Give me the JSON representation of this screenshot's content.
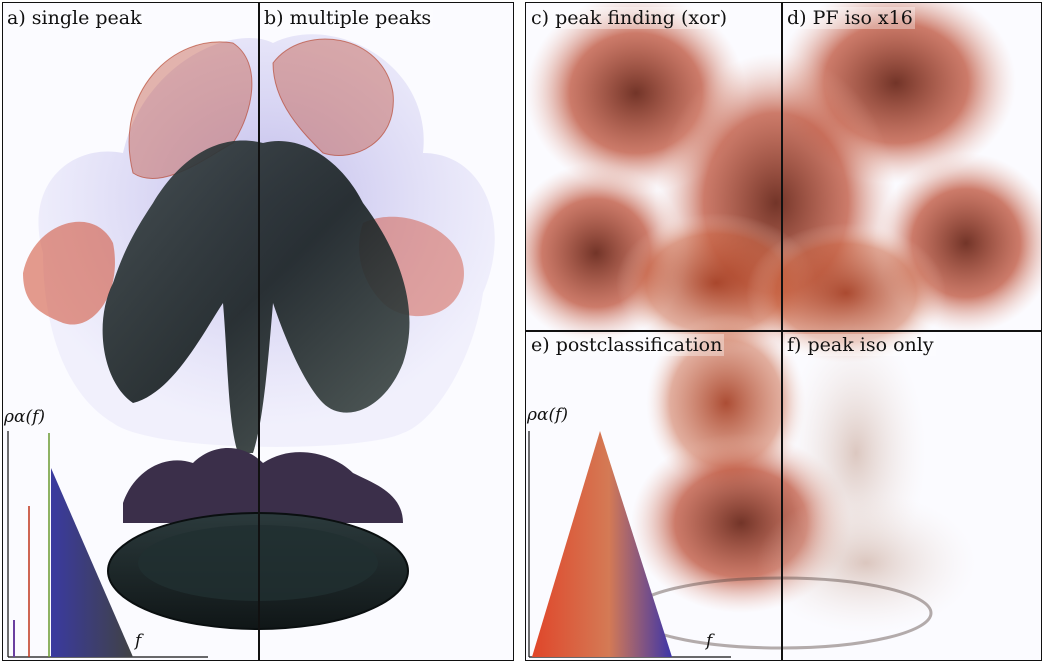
{
  "panels": {
    "a": "a) single peak",
    "b": "b) multiple peaks",
    "c": "c) peak finding (xor)",
    "d": "d) PF iso x16",
    "e": "e) postclassification",
    "f": "f) peak iso only"
  },
  "axes": {
    "left_y": "ρα(f)",
    "left_x": "f",
    "right_y": "ρα(f)",
    "right_x": "f"
  },
  "colors": {
    "peak_red": "#d13a1a",
    "peak_blue": "#4a43a6",
    "dark_iso": "#1f2a2c"
  }
}
